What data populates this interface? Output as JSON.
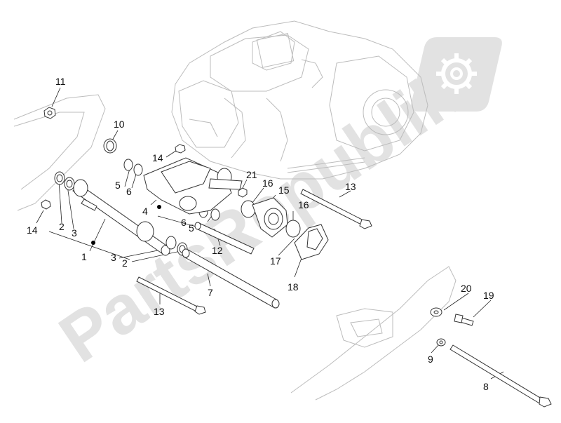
{
  "watermark": {
    "text": "PartsRepublik"
  },
  "callouts": [
    {
      "id": "c-11a",
      "label": "11"
    },
    {
      "id": "c-10",
      "label": "10"
    },
    {
      "id": "c-14a",
      "label": "14"
    },
    {
      "id": "c-14b",
      "label": "14"
    },
    {
      "id": "c-2a",
      "label": "2"
    },
    {
      "id": "c-3a",
      "label": "3"
    },
    {
      "id": "c-1",
      "label": "1"
    },
    {
      "id": "c-3b",
      "label": "3"
    },
    {
      "id": "c-2b",
      "label": "2"
    },
    {
      "id": "c-5a",
      "label": "5"
    },
    {
      "id": "c-6a",
      "label": "6"
    },
    {
      "id": "c-4",
      "label": "4"
    },
    {
      "id": "c-6b",
      "label": "6"
    },
    {
      "id": "c-5b",
      "label": "5"
    },
    {
      "id": "c-21",
      "label": "21"
    },
    {
      "id": "c-16a",
      "label": "16"
    },
    {
      "id": "c-15",
      "label": "15"
    },
    {
      "id": "c-16b",
      "label": "16"
    },
    {
      "id": "c-12",
      "label": "12"
    },
    {
      "id": "c-17",
      "label": "17"
    },
    {
      "id": "c-18",
      "label": "18"
    },
    {
      "id": "c-13a",
      "label": "13"
    },
    {
      "id": "c-13b",
      "label": "13"
    },
    {
      "id": "c-7",
      "label": "7"
    },
    {
      "id": "c-20",
      "label": "20"
    },
    {
      "id": "c-19",
      "label": "19"
    },
    {
      "id": "c-9",
      "label": "9"
    },
    {
      "id": "c-8",
      "label": "8"
    }
  ]
}
